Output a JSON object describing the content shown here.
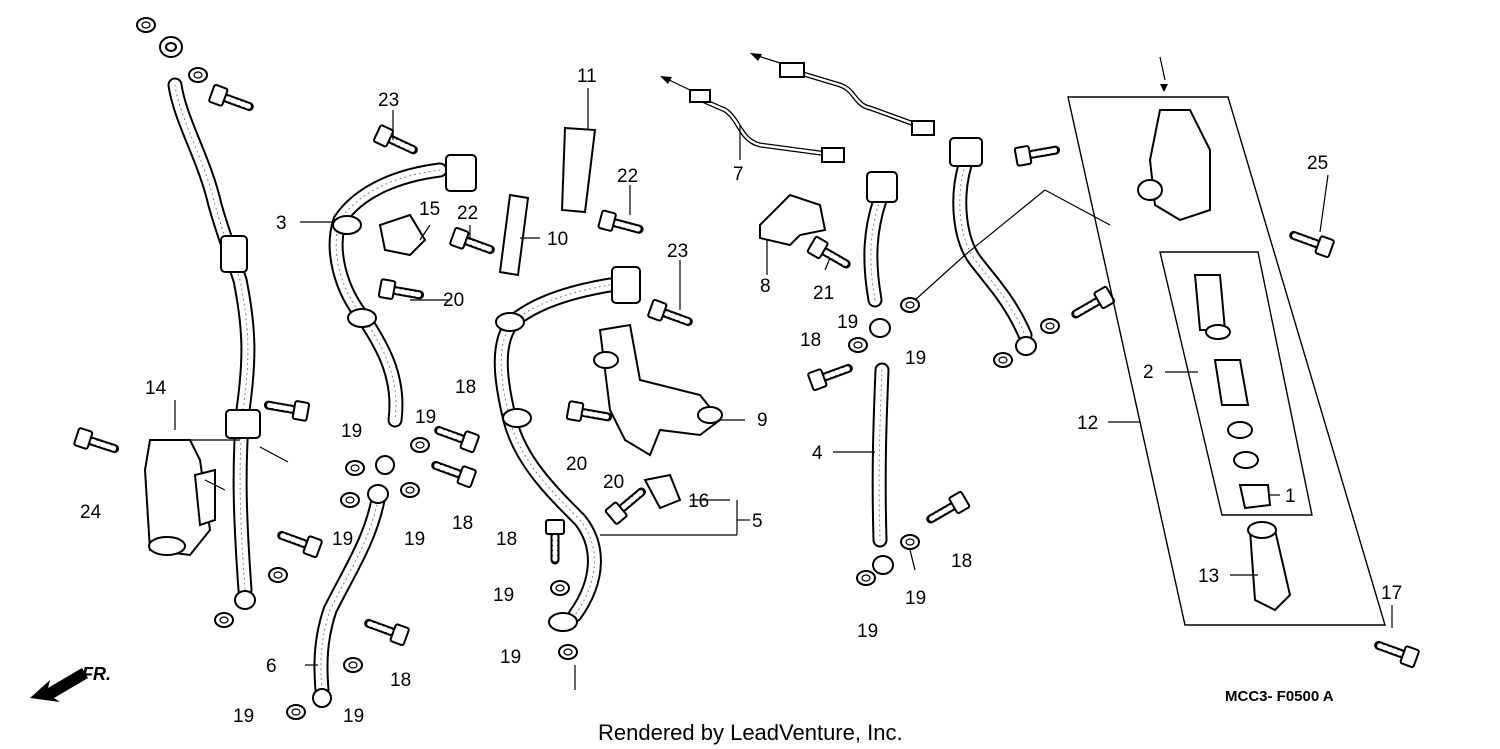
{
  "diagram": {
    "callouts": [
      "1",
      "2",
      "3",
      "4",
      "5",
      "6",
      "7",
      "8",
      "9",
      "10",
      "11",
      "12",
      "13",
      "14",
      "15",
      "16",
      "17",
      "18",
      "19",
      "20",
      "21",
      "22",
      "23",
      "24",
      "25"
    ],
    "direction_label": "FR.",
    "credit": "Rendered by LeadVenture, Inc.",
    "diagram_code": "MCC3- F0500 A"
  }
}
